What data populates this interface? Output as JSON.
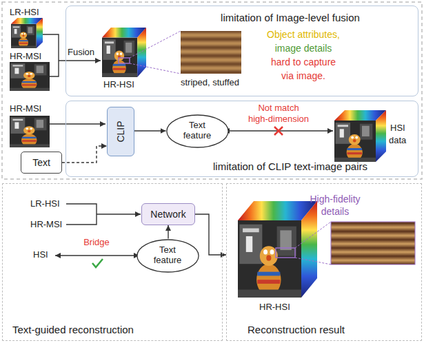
{
  "diagram": {
    "nodes": [
      {
        "text": [
          "limitation of Image-level fusion"
        ]
      },
      {
        "text": [
          "limitation of CLIP text-image pairs"
        ]
      },
      {
        "text": [
          "CLIP"
        ],
        "in": 1
      },
      {
        "text": [
          "Text feature"
        ],
        "in": 1
      },
      {
        "text": [
          "Text"
        ]
      },
      {
        "text": [
          "Text-guided reconstruction"
        ]
      },
      {
        "text": [
          "Network"
        ],
        "in": 5
      },
      {
        "text": [
          "Text feature"
        ],
        "in": 5
      },
      {
        "text": [
          "Reconstruction result"
        ]
      }
    ],
    "edges": [
      {
        "from": 4,
        "to": 2,
        "arrow": "to"
      },
      {
        "from": 2,
        "to": 3,
        "arrow": "to"
      },
      {
        "from": 7,
        "to": 6,
        "arrow": "to"
      },
      {
        "from": 6,
        "to": 8,
        "arrow": "to"
      }
    ],
    "labels": [
      "LR-HSI",
      "HR-MSI",
      "Fusion",
      "HR-HSI",
      "striped, stuffed",
      "Object attributes,",
      "image details",
      "hard to capture",
      "via image.",
      "HR-MSI",
      "Not match",
      "high-dimension",
      "HSI",
      "data",
      "LR-HSI",
      "HR-MSI",
      "HSI",
      "Bridge",
      "High-fidelity",
      "details",
      "HR-HSI"
    ]
  }
}
